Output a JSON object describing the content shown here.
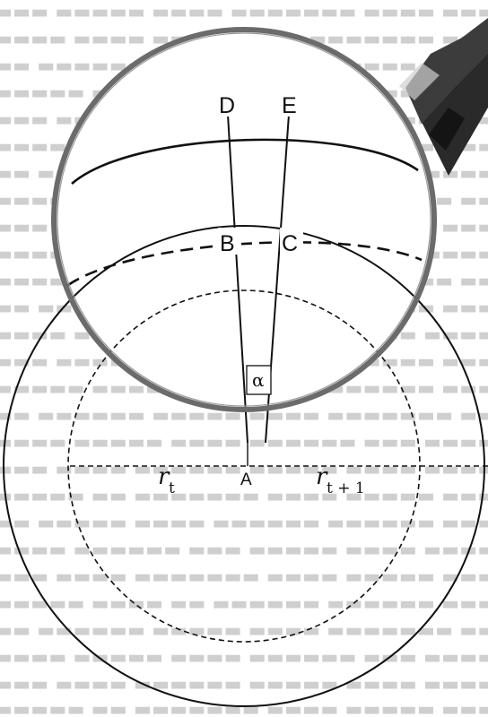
{
  "labels": {
    "D": "D",
    "E": "E",
    "B": "B",
    "C": "C",
    "A": "A",
    "alpha": "α",
    "r_t_main": "r",
    "r_t_sub": "t",
    "r_t1_main": "r",
    "r_t1_sub": "t + 1"
  },
  "colors": {
    "ink": "#111111",
    "lens_rim": "#6b6b6b",
    "handle_dark": "#2a2a2a",
    "background_text": "#a9a9a9"
  },
  "icons": {
    "magnifier": "magnifying-glass-icon"
  }
}
